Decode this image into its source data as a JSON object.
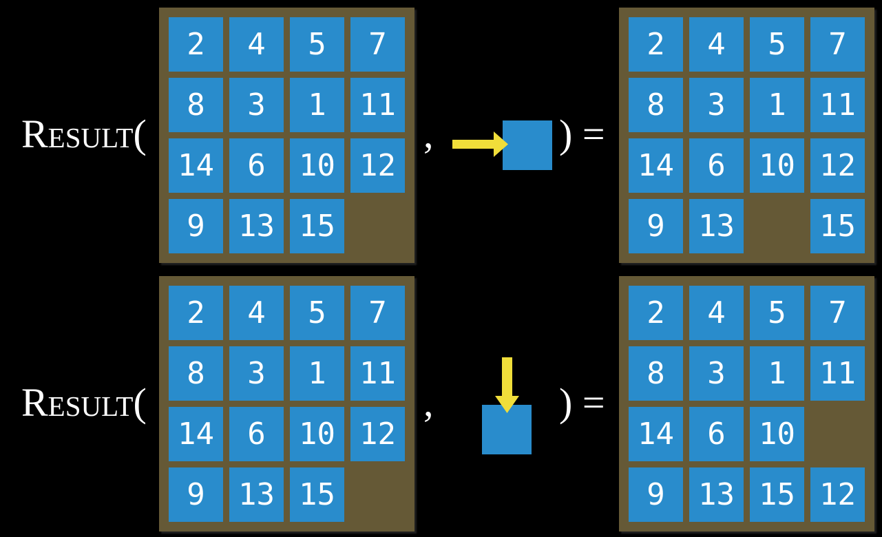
{
  "figure": {
    "description": "RESULT function applied to sliding 15-puzzle states",
    "rows": [
      {
        "function_label": "Result(",
        "comma": ",",
        "close_label": ") =",
        "move_direction": "right",
        "input_grid": [
          [
            "2",
            "4",
            "5",
            "7"
          ],
          [
            "8",
            "3",
            "1",
            "11"
          ],
          [
            "14",
            "6",
            "10",
            "12"
          ],
          [
            "9",
            "13",
            "15",
            ""
          ]
        ],
        "output_grid": [
          [
            "2",
            "4",
            "5",
            "7"
          ],
          [
            "8",
            "3",
            "1",
            "11"
          ],
          [
            "14",
            "6",
            "10",
            "12"
          ],
          [
            "9",
            "13",
            "",
            "15"
          ]
        ]
      },
      {
        "function_label": "Result(",
        "comma": ",",
        "close_label": ") =",
        "move_direction": "down",
        "input_grid": [
          [
            "2",
            "4",
            "5",
            "7"
          ],
          [
            "8",
            "3",
            "1",
            "11"
          ],
          [
            "14",
            "6",
            "10",
            "12"
          ],
          [
            "9",
            "13",
            "15",
            ""
          ]
        ],
        "output_grid": [
          [
            "2",
            "4",
            "5",
            "7"
          ],
          [
            "8",
            "3",
            "1",
            "11"
          ],
          [
            "14",
            "6",
            "10",
            ""
          ],
          [
            "9",
            "13",
            "15",
            "12"
          ]
        ]
      }
    ]
  },
  "colors": {
    "background": "#000000",
    "frame": "#655936",
    "tile": "#298CCC",
    "tile_text": "#FFFFFF",
    "arrow": "#F0DE3A",
    "label_text": "#FFFFFF"
  }
}
